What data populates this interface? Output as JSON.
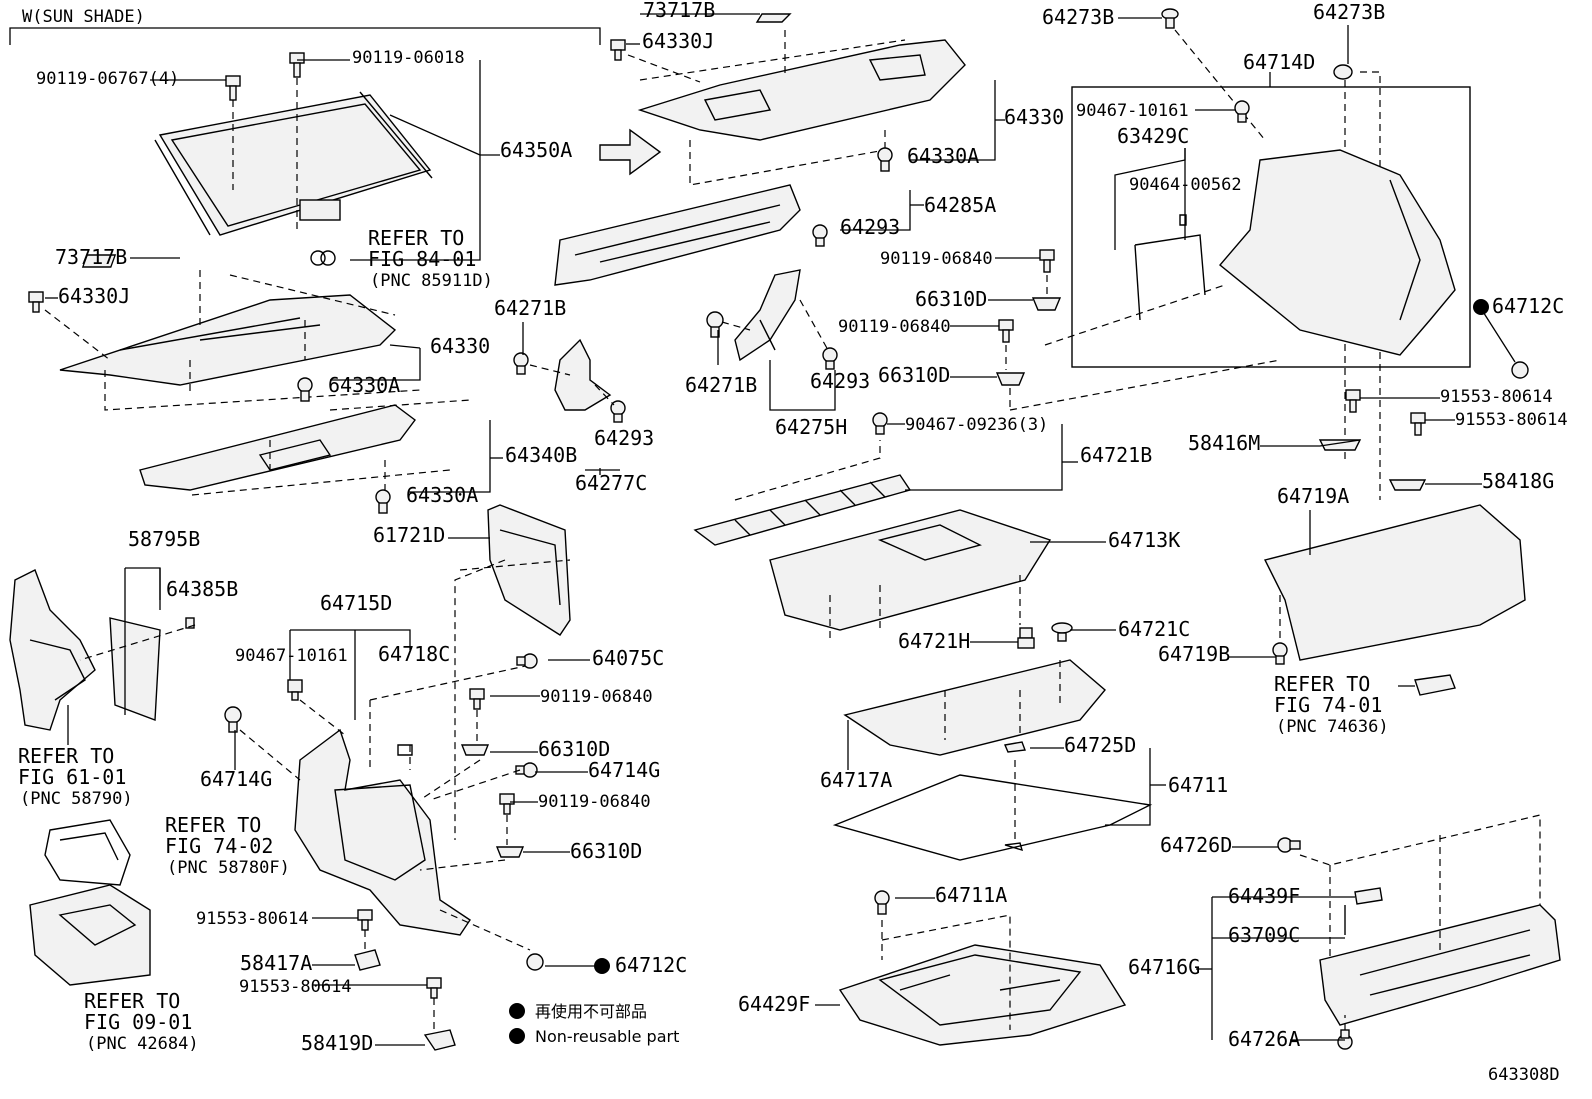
{
  "diagram": {
    "sun_shade_label": "W(SUN SHADE)",
    "catalog_code": "643308D",
    "legend": {
      "japanese": "再使用不可部品",
      "english": "Non-reusable part"
    },
    "refer_to": [
      {
        "refer": "REFER TO",
        "fig": "FIG 84-01",
        "pnc": "(PNC 85911D)"
      },
      {
        "refer": "REFER TO",
        "fig": "FIG 61-01",
        "pnc": "(PNC 58790)"
      },
      {
        "refer": "REFER TO",
        "fig": "FIG 74-02",
        "pnc": "(PNC 58780F)"
      },
      {
        "refer": "REFER TO",
        "fig": "FIG 09-01",
        "pnc": "(PNC 42684)"
      },
      {
        "refer": "REFER TO",
        "fig": "FIG 74-01",
        "pnc": "(PNC 74636)"
      }
    ],
    "labels": [
      "90119-06767(4)",
      "90119-06018",
      "64350A",
      "73717B",
      "64330J",
      "64330",
      "64330A",
      "64340B",
      "64330A",
      "58795B",
      "64385B",
      "73717B",
      "64330J",
      "64330",
      "64330A",
      "64285A",
      "64293",
      "64271B",
      "64293",
      "64277C",
      "61721D",
      "64715D",
      "90467-10161",
      "64718C",
      "64075C",
      "90119-06840",
      "66310D",
      "64714G",
      "64714G",
      "90119-06840",
      "66310D",
      "91553-80614",
      "58417A",
      "91553-80614",
      "58419D",
      "64712C",
      "64271B",
      "64293",
      "64275H",
      "90119-06840",
      "66310D",
      "90119-06840",
      "66310D",
      "90467-09236(3)",
      "64721B",
      "64713K",
      "64721H",
      "64721C",
      "64717A",
      "64725D",
      "64711",
      "64726D",
      "64711A",
      "64429F",
      "64273B",
      "64273B",
      "64714D",
      "90467-10161",
      "63429C",
      "90464-00562",
      "64712C",
      "91553-80614",
      "91553-80614",
      "58416M",
      "58418G",
      "64719A",
      "64719B",
      "64439F",
      "63709C",
      "64716G",
      "64726A"
    ]
  }
}
